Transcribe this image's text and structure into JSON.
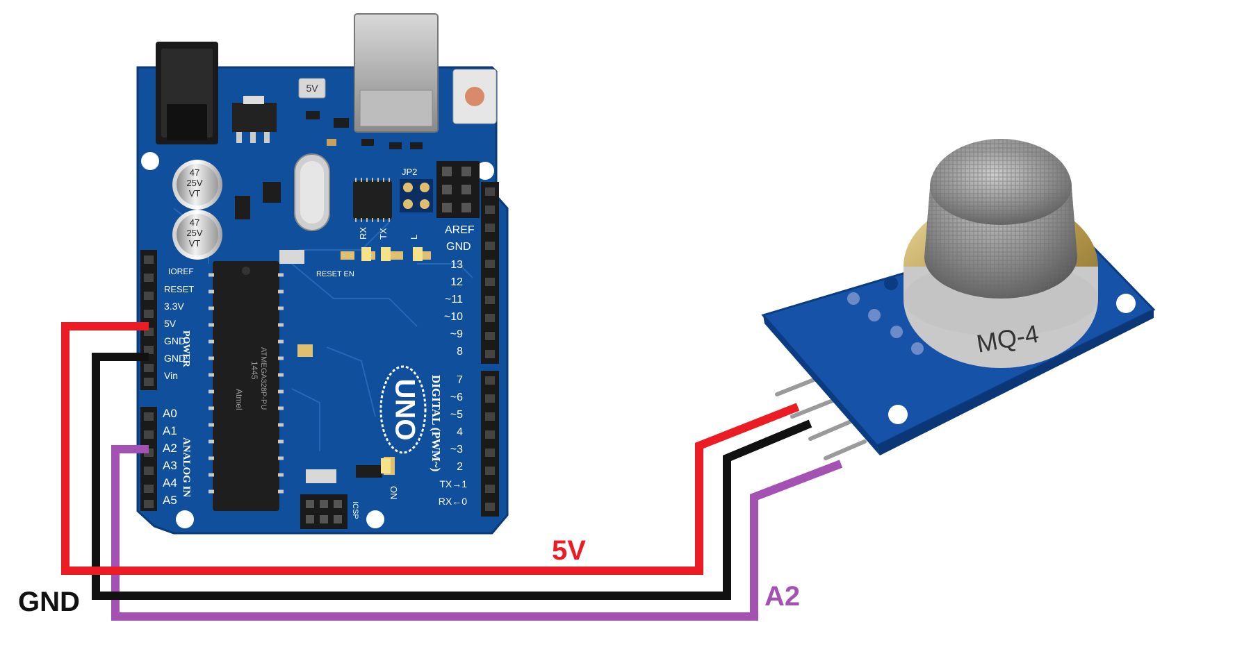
{
  "arduino": {
    "board_name": "UNO",
    "header_labels": {
      "digital": "DIGITAL (PWM~)",
      "power": "POWER",
      "analog": "ANALOG IN",
      "aref": "AREF",
      "gnd": "GND",
      "ioref": "IOREF",
      "reset": "RESET",
      "v33": "3.3V",
      "v5": "5V",
      "gnd1": "GND",
      "gnd2": "GND",
      "vin": "Vin",
      "a0": "A0",
      "a1": "A1",
      "a2": "A2",
      "a3": "A3",
      "a4": "A4",
      "a5": "A5",
      "icsp": "ICSP",
      "jp2": "JP2",
      "rx": "RX",
      "tx": "TX",
      "l": "L",
      "on": "ON",
      "reset_en": "RESET EN"
    },
    "digital_pins": [
      "13",
      "12",
      "~11",
      "~10",
      "~9",
      "8",
      "7",
      "~6",
      "~5",
      "4",
      "~3",
      "2",
      "TX→1",
      "RX←0"
    ],
    "cap_top": [
      "47",
      "25V",
      "VT"
    ],
    "cap_bottom": [
      "47",
      "25V",
      "VT"
    ],
    "chip_label": "ATMEGA328P-PU",
    "chip_brand": "Atmel",
    "chip_code": "1445",
    "fuse_label": "5V"
  },
  "sensor": {
    "model": "MQ-4"
  },
  "wires": {
    "vcc": {
      "label": "5V",
      "color": "#ec1c24"
    },
    "gnd": {
      "label": "GND",
      "color": "#111111"
    },
    "signal": {
      "label": "A2",
      "color": "#a352b3"
    }
  },
  "colors": {
    "pcb_blue": "#0f4f9c",
    "pcb_dark": "#0a3a78",
    "sensor_pcb": "#1552a8"
  }
}
